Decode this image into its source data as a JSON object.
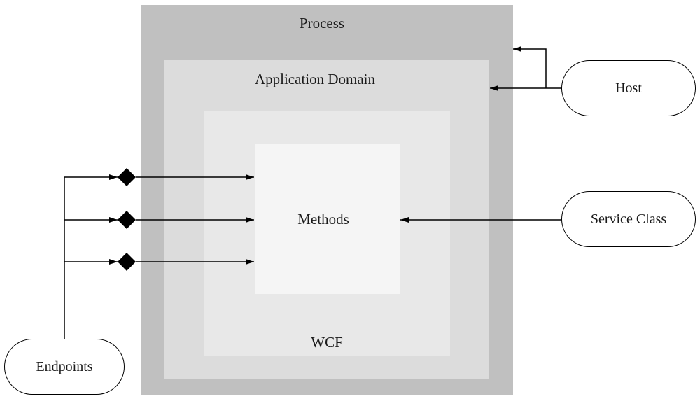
{
  "diagram": {
    "containers": {
      "process": "Process",
      "application_domain": "Application Domain",
      "wcf": "WCF",
      "methods": "Methods"
    },
    "nodes": {
      "host": "Host",
      "service_class": "Service Class",
      "endpoints": "Endpoints"
    },
    "connections": [
      {
        "from": "Host",
        "to": "Process"
      },
      {
        "from": "Host",
        "to": "Application Domain"
      },
      {
        "from": "Service Class",
        "to": "Methods"
      },
      {
        "from": "Endpoints",
        "to": "Methods",
        "count": 3
      }
    ],
    "colors": {
      "process": "#c0c0c0",
      "application_domain": "#dcdcdc",
      "wcf": "#e8e8e8",
      "methods": "#f5f5f5",
      "lines": "#000000"
    }
  }
}
